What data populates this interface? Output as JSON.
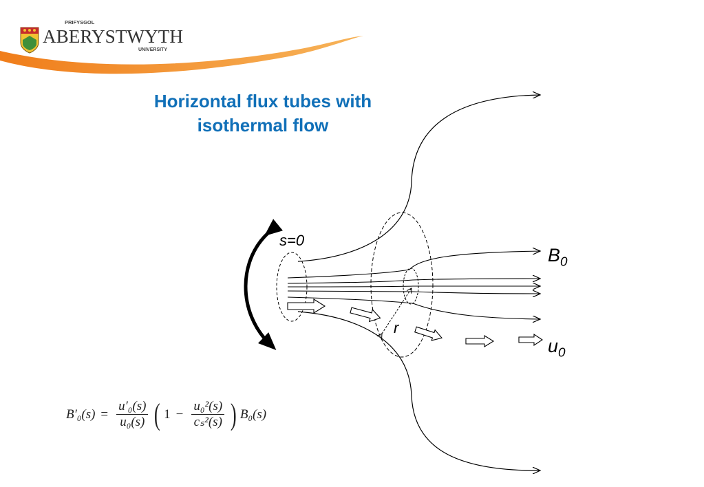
{
  "header": {
    "logo_top": "PRIFYSGOL",
    "logo_main": "ABERYSTWYTH",
    "logo_bottom": "UNIVERSITY",
    "swoosh_color": "#f07d1a",
    "crest_colors": [
      "#c62b2b",
      "#3f8f3a",
      "#f1c232"
    ]
  },
  "title": {
    "line1": "Horizontal flux tubes with",
    "line2": "isothermal flow",
    "color": "#1170b8"
  },
  "diagram": {
    "label_s": "s=0",
    "label_r": "r",
    "label_B": "B",
    "label_B_sub": "0",
    "label_u": "u",
    "label_u_sub": "0"
  },
  "equation": {
    "lhs": "B′₀(s)",
    "equals": "=",
    "frac1_num": "u′₀(s)",
    "frac1_den": "u₀(s)",
    "one": "1",
    "minus": "−",
    "frac2_num": "u₀²(s)",
    "frac2_den": "cₛ²(s)",
    "rhs": "B₀(s)"
  }
}
